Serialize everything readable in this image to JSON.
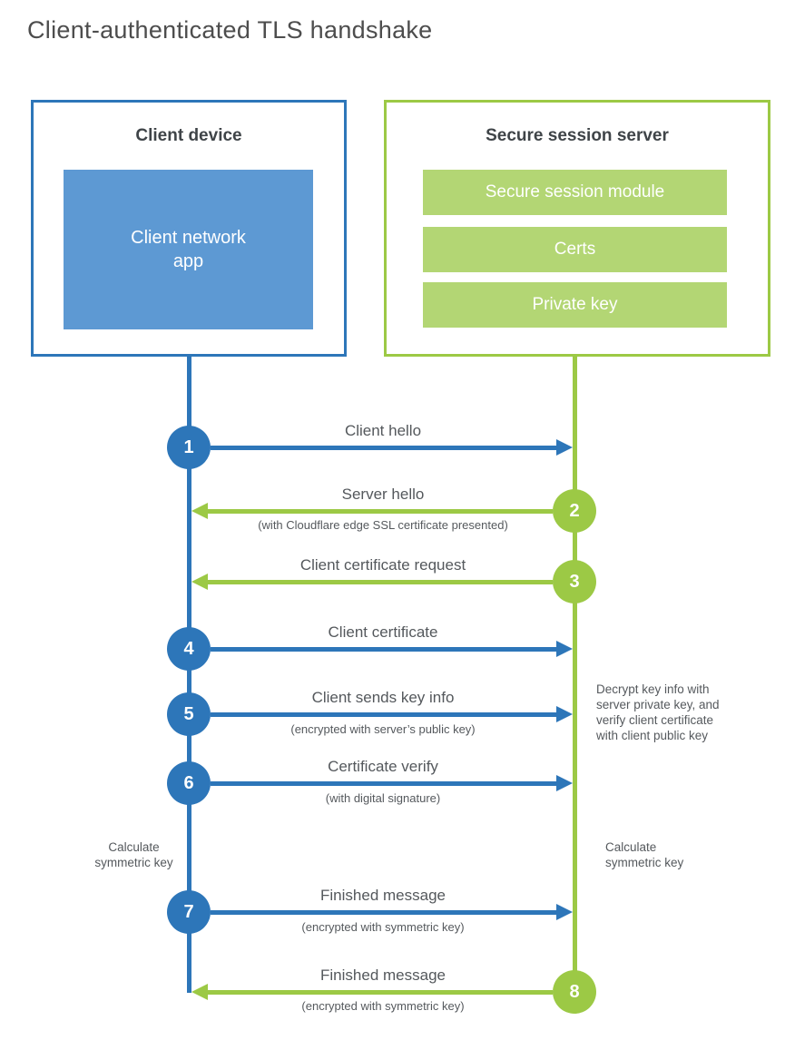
{
  "title": "Client-authenticated TLS handshake",
  "client_box": {
    "title": "Client device",
    "app_label": "Client network\napp"
  },
  "server_box": {
    "title": "Secure session server",
    "modules": [
      "Secure session module",
      "Certs",
      "Private key"
    ]
  },
  "steps": [
    {
      "num": "1",
      "from": "client",
      "to": "server",
      "label": "Client hello",
      "sublabel": ""
    },
    {
      "num": "2",
      "from": "server",
      "to": "client",
      "label": "Server hello",
      "sublabel": "(with Cloudflare edge SSL certificate presented)"
    },
    {
      "num": "3",
      "from": "server",
      "to": "client",
      "label": "Client certificate request",
      "sublabel": ""
    },
    {
      "num": "4",
      "from": "client",
      "to": "server",
      "label": "Client certificate",
      "sublabel": ""
    },
    {
      "num": "5",
      "from": "client",
      "to": "server",
      "label": "Client sends key info",
      "sublabel": "(encrypted with server’s public key)"
    },
    {
      "num": "6",
      "from": "client",
      "to": "server",
      "label": "Certificate verify",
      "sublabel": "(with digital signature)"
    },
    {
      "num": "7",
      "from": "client",
      "to": "server",
      "label": "Finished message",
      "sublabel": "(encrypted with symmetric key)"
    },
    {
      "num": "8",
      "from": "server",
      "to": "client",
      "label": "Finished message",
      "sublabel": "(encrypted with symmetric key)"
    }
  ],
  "notes": {
    "decrypt": "Decrypt key info with\nserver private key, and\nverify client certificate\nwith client public key",
    "calc_left": "Calculate\nsymmetric key",
    "calc_right": "Calculate\nsymmetric key"
  },
  "colors": {
    "blue_line": "#2d76b9",
    "blue_fill": "#5d99d3",
    "green_line": "#9cc945",
    "green_fill": "#b3d674",
    "heading_text": "#3f4448",
    "label_text": "#54585c",
    "title_text": "#4d4d4d"
  }
}
